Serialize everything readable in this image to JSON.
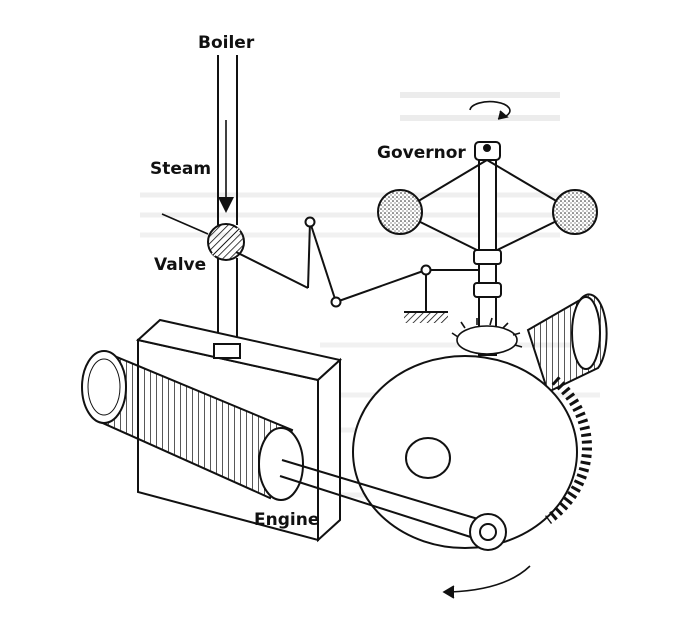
{
  "diagram": {
    "labels": {
      "boiler": "Boiler",
      "steam": "Steam",
      "valve": "Valve",
      "governor": "Governor",
      "engine": "Engine"
    },
    "colors": {
      "ink": "#111111",
      "paper": "#ffffff",
      "bleed_through": "#c9c9c9"
    },
    "icons": {
      "rotation_top": "circular-arrow-icon",
      "rotation_flywheel": "curved-arrow-icon",
      "ground": "hatched-ground-icon"
    }
  }
}
